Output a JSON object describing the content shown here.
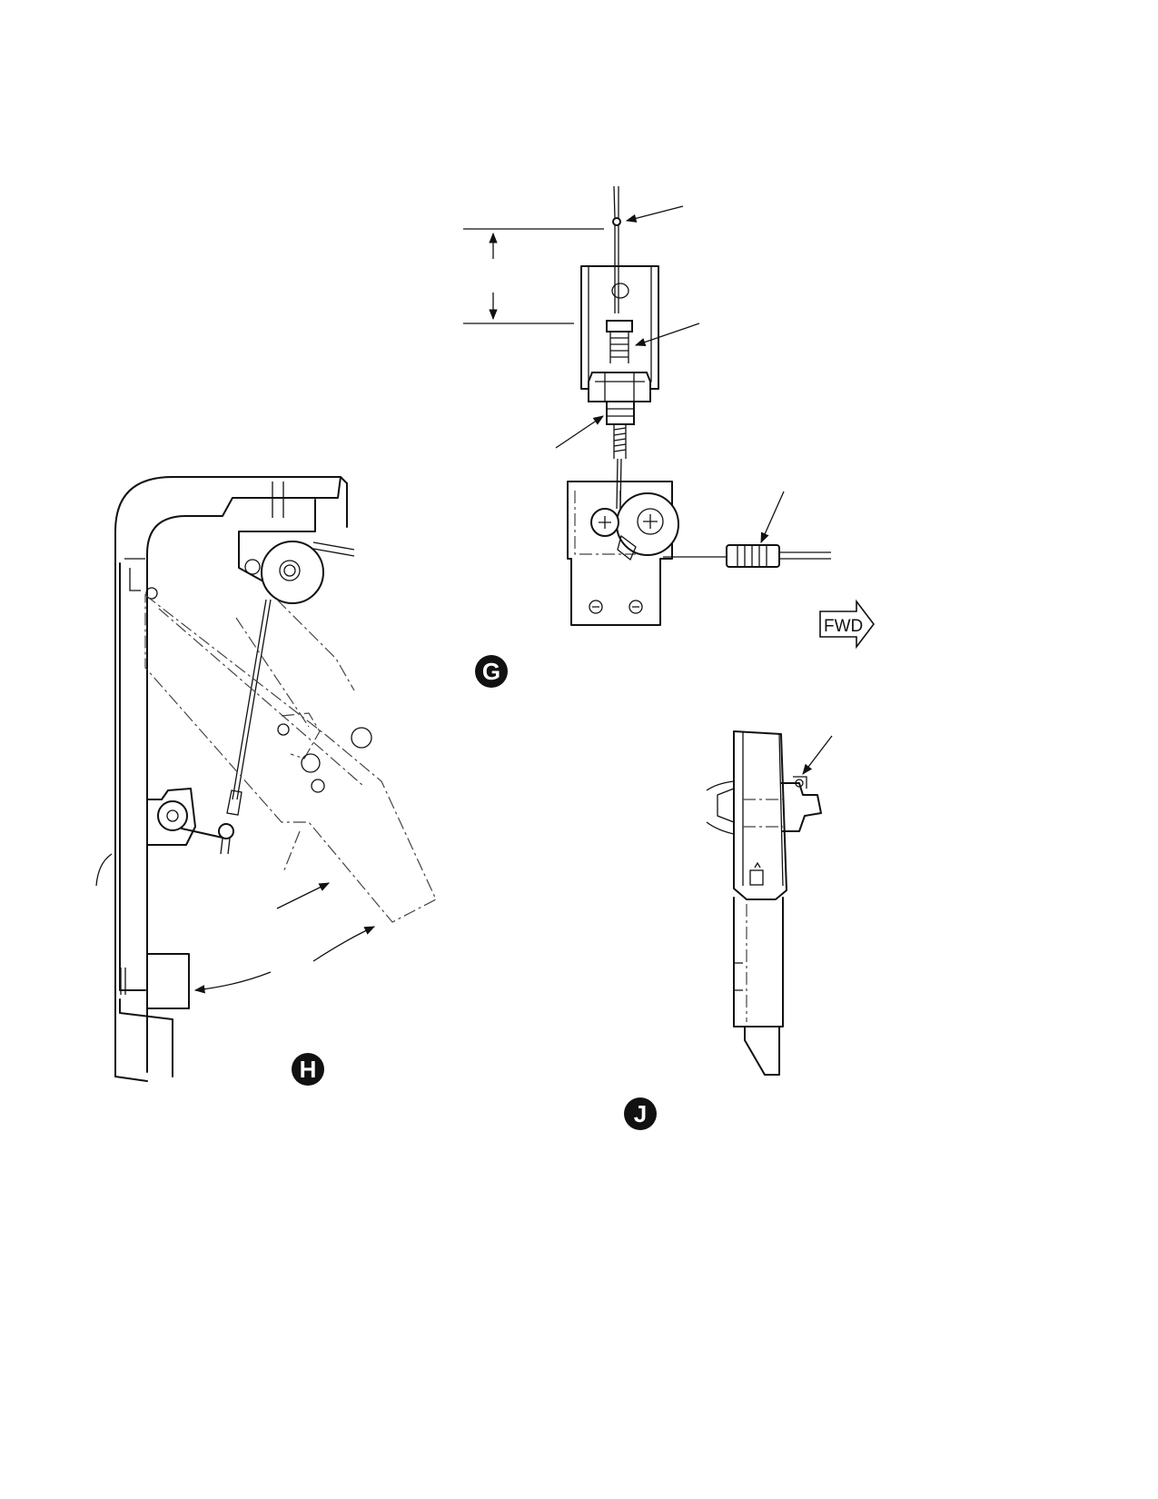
{
  "views": [
    {
      "letter": "G"
    },
    {
      "letter": "H"
    },
    {
      "letter": "J"
    }
  ],
  "direction_arrow": {
    "label": "FWD"
  },
  "colors": {
    "ink": "#111111",
    "badge_fill": "#111111",
    "paper": "#ffffff"
  }
}
